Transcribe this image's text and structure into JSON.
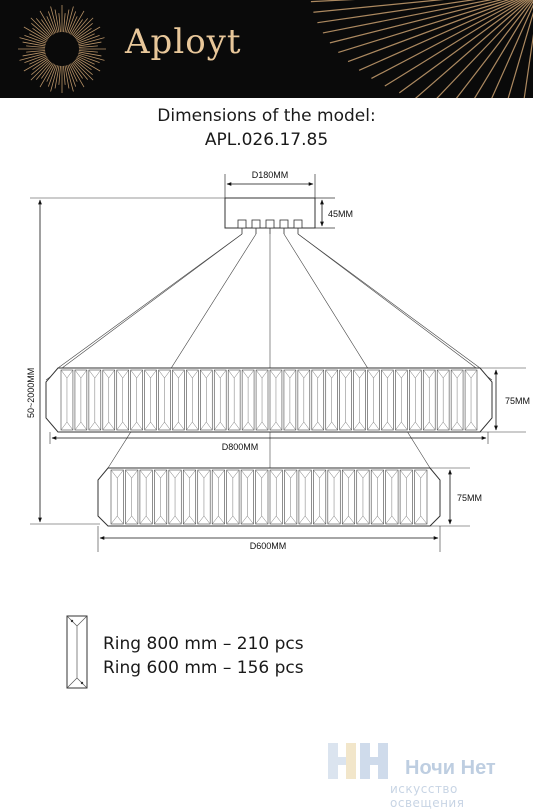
{
  "brand": {
    "name": "Aployt",
    "accent_color": "#e8c79a",
    "logo": "sunburst-logo"
  },
  "title": {
    "line1": "Dimensions of the model:",
    "line2": "APL.026.17.85"
  },
  "dimensions": {
    "canopy_diameter": "D180MM",
    "canopy_height": "45MM",
    "suspension_height": "50~2000MM",
    "ring1_height": "75MM",
    "ring1_diameter": "D800MM",
    "ring2_height": "75MM",
    "ring2_diameter": "D600MM"
  },
  "legend": {
    "icon": "crystal-prism-icon",
    "line1": "Ring 800 mm – 210 pcs",
    "line2": "Ring 600 mm – 156 pcs"
  },
  "watermark": {
    "name": "Ночи Нет",
    "tagline": "искусство освещения"
  }
}
